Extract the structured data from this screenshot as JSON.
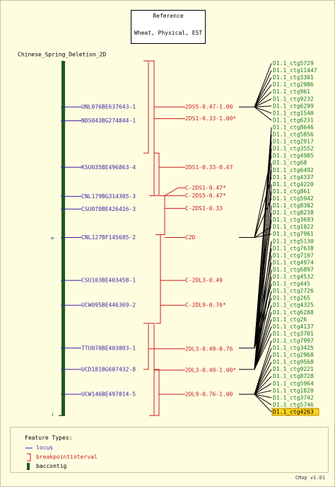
{
  "reference": {
    "title": "Reference",
    "subtitle": "Wheat, Physical, EST"
  },
  "map": {
    "name": "Chinese_Spring_Deletion_2D",
    "start_label": "0",
    "end_label": "1"
  },
  "loci": [
    {
      "name": "UNL076BE637643-1",
      "pos": 0.13
    },
    {
      "name": "NDS043BG274844-1",
      "pos": 0.169
    },
    {
      "name": "KSU035BE496863-4",
      "pos": 0.3
    },
    {
      "name": "CNL179BG314305-3",
      "pos": 0.382
    },
    {
      "name": "CSU070BE426416-3",
      "pos": 0.418
    },
    {
      "name": "CNL127BF145685-2",
      "pos": 0.498
    },
    {
      "name": "CSU103BE403458-1",
      "pos": 0.619
    },
    {
      "name": "UCW095BE446369-2",
      "pos": 0.689
    },
    {
      "name": "TTU070BE403803-1",
      "pos": 0.81
    },
    {
      "name": "UCD181BG607432-8",
      "pos": 0.87
    },
    {
      "name": "UCW146BE497814-5",
      "pos": 0.94
    }
  ],
  "intervals": [
    {
      "name": "2DS5-0.47-1.00",
      "start": 0.0,
      "end": 0.26,
      "label_pos": 0.13
    },
    {
      "name": "2DS1-0.33-1.00*",
      "start": 0.0,
      "end": 0.38,
      "label_pos": 0.163
    },
    {
      "name": "2DS1-0.33-0.47",
      "start": 0.26,
      "end": 0.38,
      "label_pos": 0.3
    },
    {
      "name": "C-2DS1-0.47*",
      "start": 0.26,
      "end": 0.38,
      "label_pos": 0.358
    },
    {
      "name": "C-2DS5-0.47*",
      "start": 0.38,
      "end": 0.49,
      "label_pos": 0.38
    },
    {
      "name": "C-2DS1-0.33",
      "start": 0.38,
      "end": 0.49,
      "label_pos": 0.416
    },
    {
      "name": "C2D",
      "start": 0.38,
      "end": 0.49,
      "label_pos": 0.498
    },
    {
      "name": "C-2DL3-0.49",
      "start": 0.5,
      "end": 0.74,
      "label_pos": 0.619
    },
    {
      "name": "C-2DL9-0.76*",
      "start": 0.5,
      "end": 0.74,
      "label_pos": 0.689
    },
    {
      "name": "2DL3-0.49-0.76",
      "start": 0.74,
      "end": 0.87,
      "label_pos": 0.812
    },
    {
      "name": "2DL3-0.49-1.00*",
      "start": 0.74,
      "end": 1.0,
      "label_pos": 0.872
    },
    {
      "name": "2DL9-0.76-1.00",
      "start": 0.87,
      "end": 1.0,
      "label_pos": 0.94
    }
  ],
  "contigs": [
    {
      "name": "D1.1_ctg5729",
      "to": 1
    },
    {
      "name": "D1.1_ctg11447",
      "to": 1
    },
    {
      "name": "D1.1_ctg3301",
      "to": 1
    },
    {
      "name": "D1.1_ctg2986",
      "to": 1
    },
    {
      "name": "D1.1_ctg961",
      "to": 1
    },
    {
      "name": "D1.1_ctg9232",
      "to": 1
    },
    {
      "name": "D1.1_ctg6299",
      "to": 1
    },
    {
      "name": "D1.1_ctg1540",
      "to": 1
    },
    {
      "name": "D1.1_ctg6231",
      "to": 1
    },
    {
      "name": "D1.1_ctg8646",
      "to": 9
    },
    {
      "name": "D1.1_ctg5856",
      "to": 9
    },
    {
      "name": "D1.1_ctg2917",
      "to": 9
    },
    {
      "name": "D1.1_ctg3552",
      "to": 9
    },
    {
      "name": "D1.1_ctg4985",
      "to": 6
    },
    {
      "name": "D1.1_ctg68",
      "to": 10
    },
    {
      "name": "D1.1_ctg6492",
      "to": 9
    },
    {
      "name": "D1.1_ctg4337",
      "to": 6
    },
    {
      "name": "D1.1_ctg4220",
      "to": 10
    },
    {
      "name": "D1.1_ctg861",
      "to": 9
    },
    {
      "name": "D1.1_ctg5942",
      "to": 6
    },
    {
      "name": "D1.1_ctg8382",
      "to": 9
    },
    {
      "name": "D1.1_ctg8238",
      "to": 10
    },
    {
      "name": "D1.1_ctg3693",
      "to": 9
    },
    {
      "name": "D1.1_ctg1022",
      "to": 6
    },
    {
      "name": "D1.1_ctg7961",
      "to": 6
    },
    {
      "name": "D1.1_ctg5130",
      "to": 10
    },
    {
      "name": "D1.1_ctg7638",
      "to": 9
    },
    {
      "name": "D1.1_ctg7197",
      "to": 10
    },
    {
      "name": "D1.1_ctg4974",
      "to": 9
    },
    {
      "name": "D1.1_ctg6897",
      "to": 10
    },
    {
      "name": "D1.1_ctg4532",
      "to": 10
    },
    {
      "name": "D1.1_ctg445",
      "to": 9
    },
    {
      "name": "D1.1_ctg2726",
      "to": 10
    },
    {
      "name": "D1.1_ctg265",
      "to": 9
    },
    {
      "name": "D1.1_ctg4325",
      "to": 10
    },
    {
      "name": "D1.1_ctg6288",
      "to": 10
    },
    {
      "name": "D1.1_ctg26",
      "to": 10
    },
    {
      "name": "D1.1_ctg4137",
      "to": 10
    },
    {
      "name": "D1.1_ctg3701",
      "to": 10
    },
    {
      "name": "D1.1_ctg7997",
      "to": 11
    },
    {
      "name": "D1.1_ctg3425",
      "to": 11
    },
    {
      "name": "D1.1_ctg2968",
      "to": 11
    },
    {
      "name": "D1.1_ctg9568",
      "to": 11
    },
    {
      "name": "D1.1_ctg9221",
      "to": 11
    },
    {
      "name": "D1.1_ctg8728",
      "to": 11
    },
    {
      "name": "D1.1_ctg5964",
      "to": 11
    },
    {
      "name": "D1.1_ctg1820",
      "to": 11
    },
    {
      "name": "D1.1_ctg3742",
      "to": 11
    },
    {
      "name": "D1.1_ctg5746",
      "to": 11
    },
    {
      "name": "D1.1_ctg4263",
      "to": 11,
      "highlight": true
    }
  ],
  "legend": {
    "title": "Feature Types:",
    "items": [
      {
        "label": "locus",
        "icon": "locus-line-icon"
      },
      {
        "label": "breakpointinterval",
        "icon": "bracket-icon"
      },
      {
        "label": "baccontig",
        "icon": "bar-icon"
      }
    ]
  },
  "footer": "CMap v1.01",
  "colors": {
    "locus": "#3c1fa6",
    "interval": "#cc1a1a",
    "contig": "#1a7a1a",
    "bar": "#1d5a1d",
    "highlight": "#ffd21a",
    "background": "#fffde0"
  }
}
